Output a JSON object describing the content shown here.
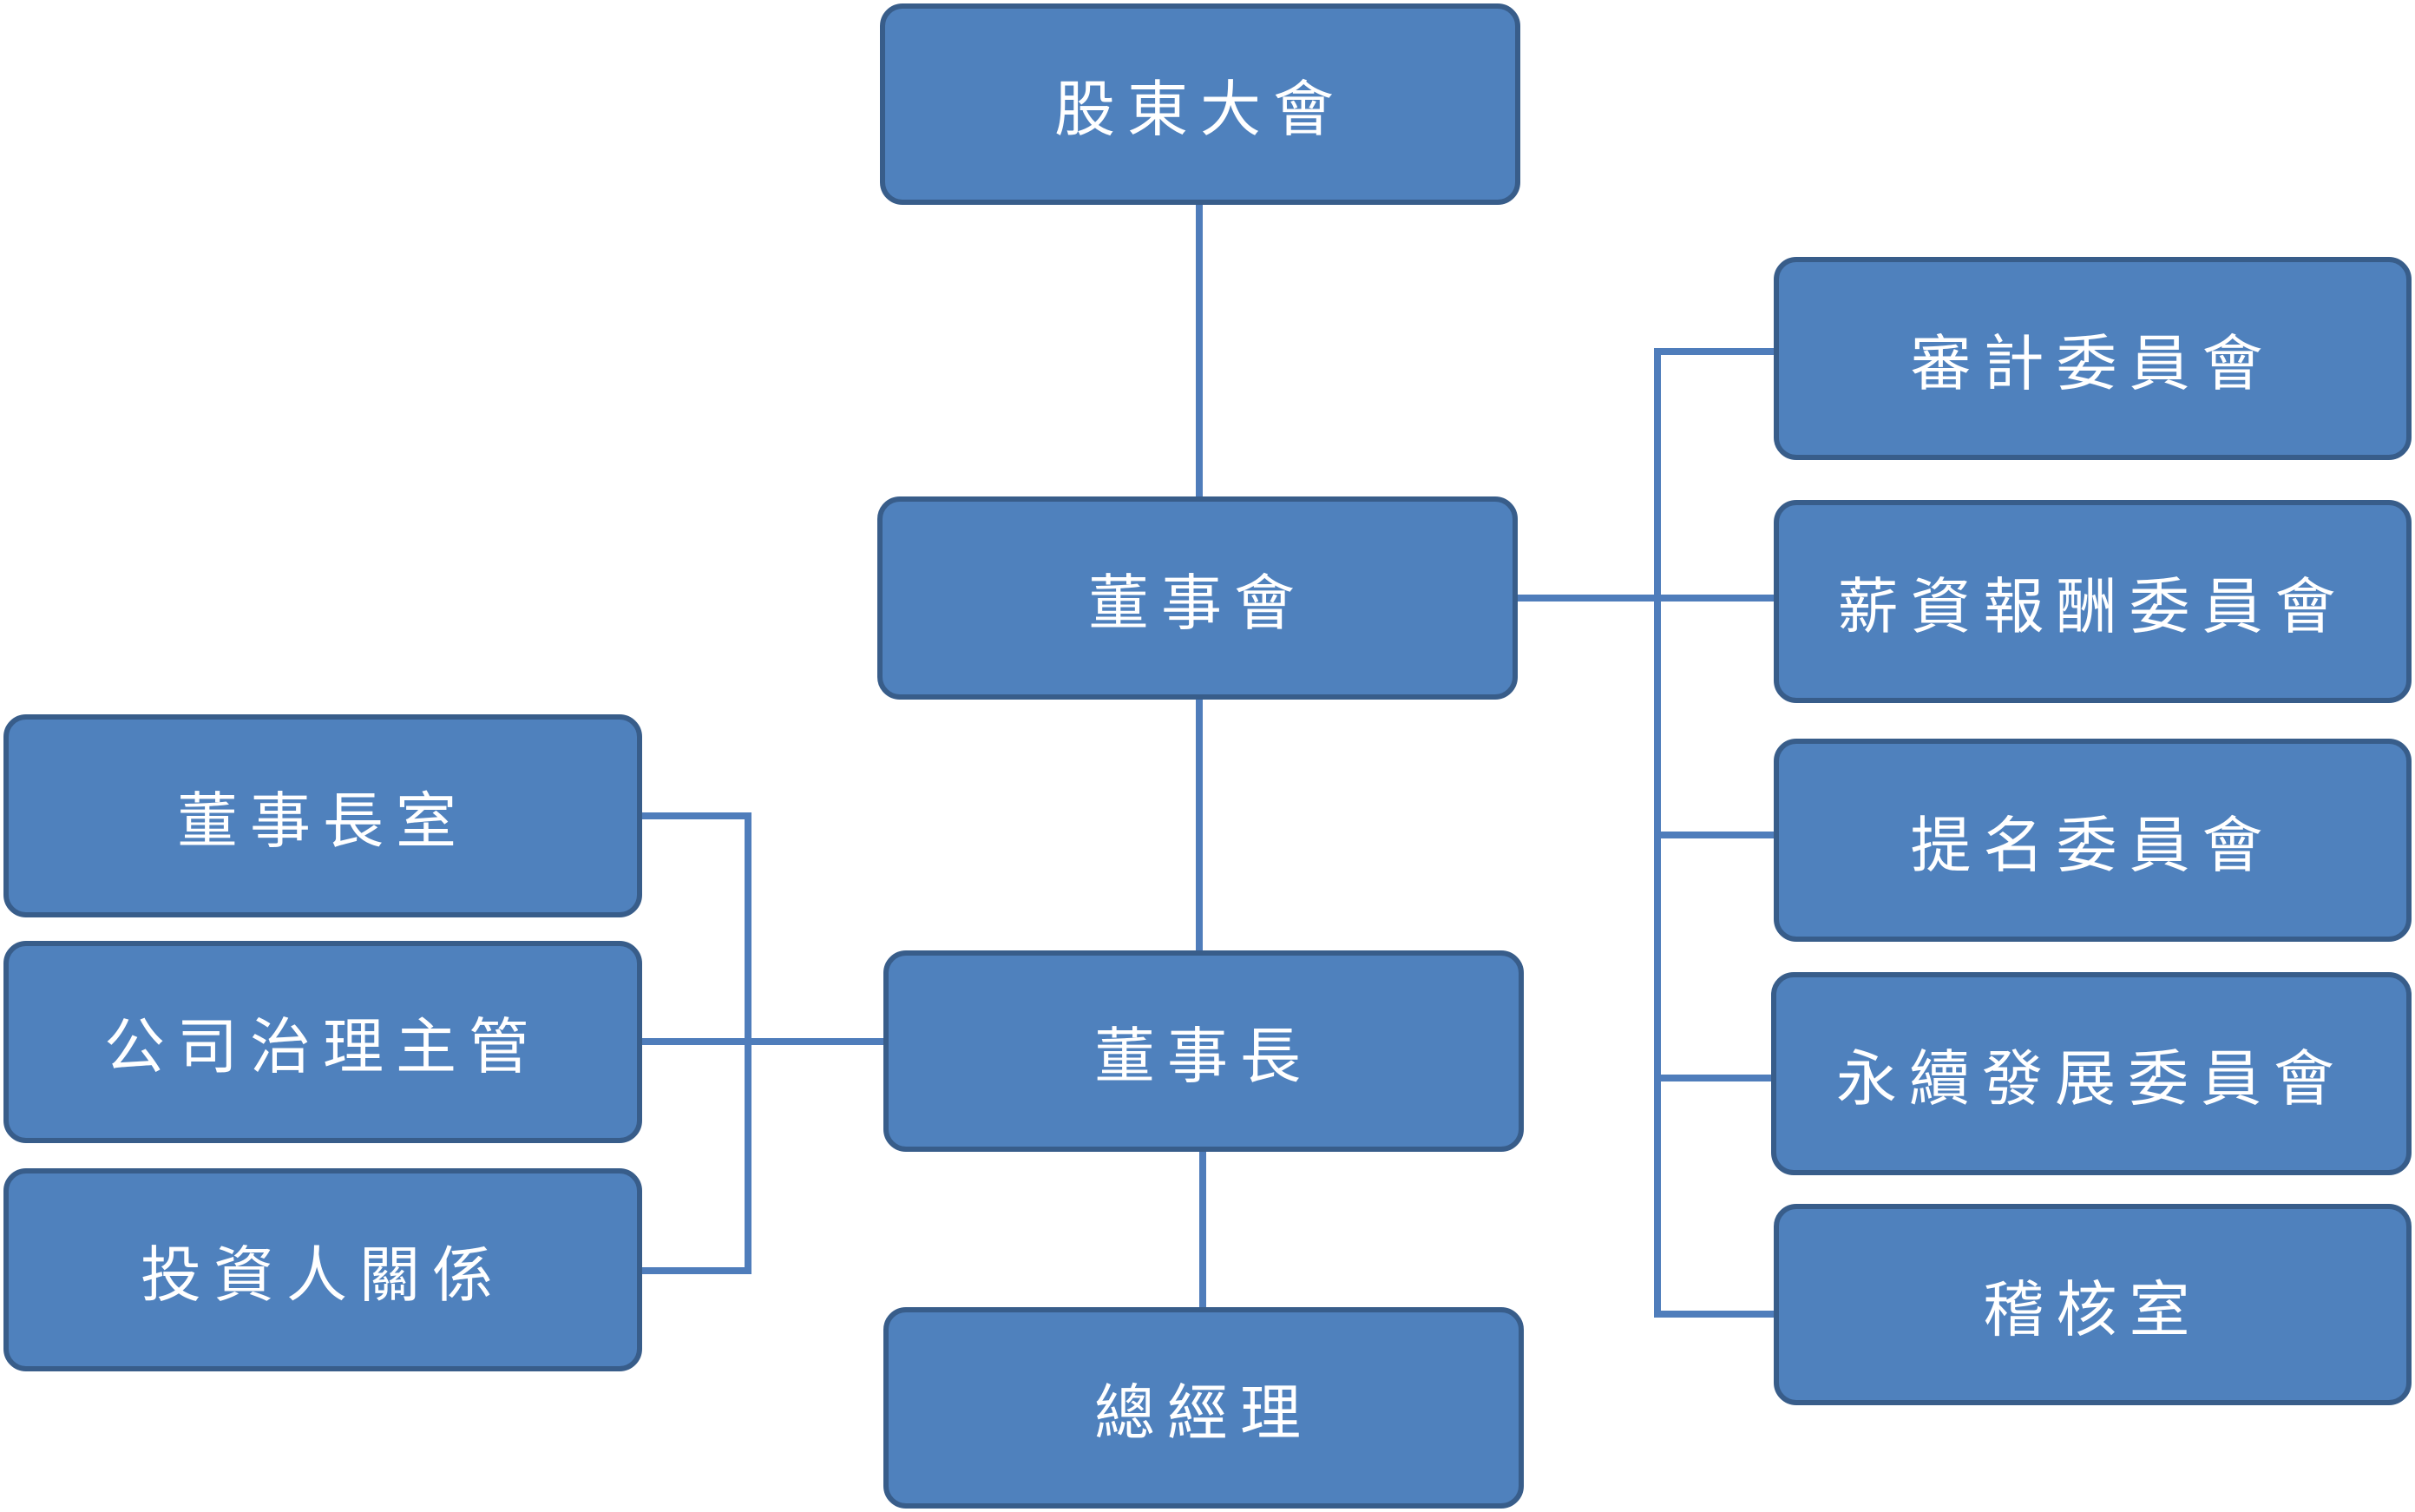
{
  "nodes": {
    "shareholders": "股東大會",
    "board": "董事會",
    "chairman": "董事長",
    "general_manager": "總經理",
    "chairman_office": "董事長室",
    "governance_officer": "公司治理主管",
    "investor_relations": "投資人關係",
    "audit_committee": "審計委員會",
    "compensation_committee": "薪資報酬委員會",
    "nomination_committee": "提名委員會",
    "sustainability_committee": "永續發展委員會",
    "internal_audit": "稽核室"
  },
  "colors": {
    "box_fill": "#4f81bd",
    "box_border": "#385d8a",
    "connector": "#4f7dbb",
    "text": "#ffffff"
  }
}
